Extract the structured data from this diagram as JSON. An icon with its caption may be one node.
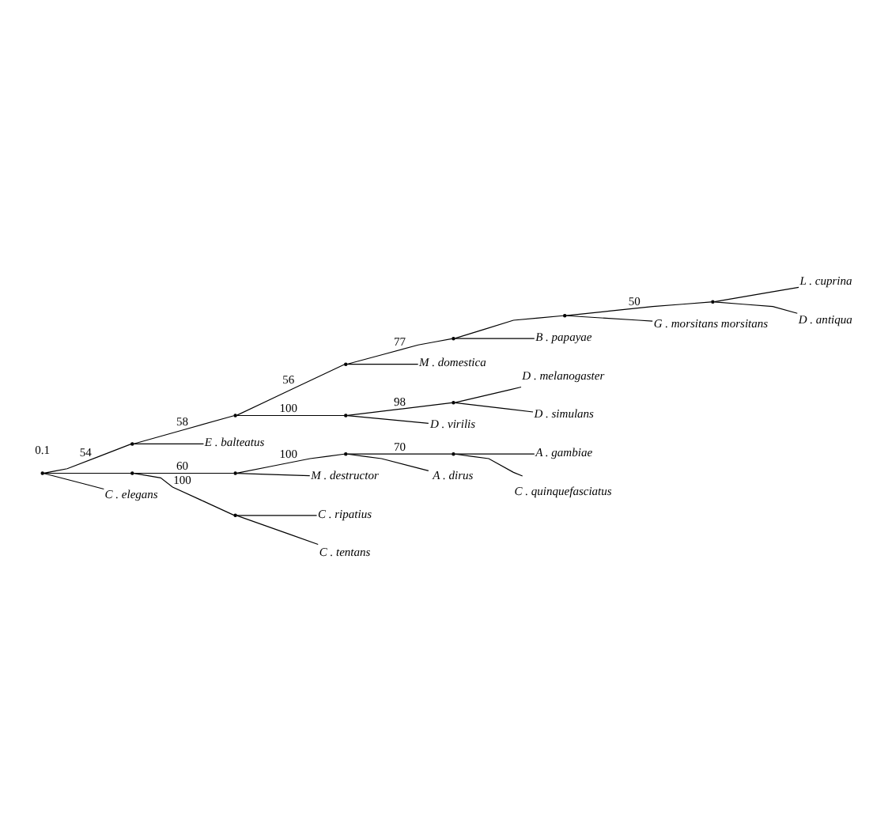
{
  "diagram": {
    "nodes": [
      {
        "text": [],
        "shape": "point"
      },
      {
        "text": [],
        "shape": "point"
      },
      {
        "text": [],
        "shape": "point"
      },
      {
        "text": [],
        "shape": "point"
      },
      {
        "text": [],
        "shape": "point"
      },
      {
        "text": [],
        "shape": "point"
      },
      {
        "text": [],
        "shape": "point"
      },
      {
        "text": [
          "L . cuprina"
        ]
      },
      {
        "text": [
          "D . antiqua"
        ]
      },
      {
        "text": [
          "G . morsitans morsitans"
        ]
      },
      {
        "text": [
          "B . papayae"
        ]
      },
      {
        "text": [
          "M . domestica"
        ]
      },
      {
        "text": [],
        "shape": "point"
      },
      {
        "text": [],
        "shape": "point"
      },
      {
        "text": [
          "D . melanogaster"
        ]
      },
      {
        "text": [
          "D . simulans"
        ]
      },
      {
        "text": [
          "D . virilis"
        ]
      },
      {
        "text": [
          "E . balteatus"
        ]
      },
      {
        "text": [],
        "shape": "point"
      },
      {
        "text": [],
        "shape": "point"
      },
      {
        "text": [],
        "shape": "point"
      },
      {
        "text": [],
        "shape": "point"
      },
      {
        "text": [
          "A . gambiae"
        ]
      },
      {
        "text": [
          "C . quinquefasciatus"
        ]
      },
      {
        "text": [
          "A . dirus"
        ]
      },
      {
        "text": [
          "M . destructor"
        ]
      },
      {
        "text": [],
        "shape": "point"
      },
      {
        "text": [
          "C . ripatius"
        ]
      },
      {
        "text": [
          "C . tentans"
        ]
      },
      {
        "text": [
          "C . elegans"
        ]
      }
    ],
    "edges": [
      {
        "from": 0,
        "to": 1,
        "arrow": "none",
        "label": "54"
      },
      {
        "from": 1,
        "to": 2,
        "arrow": "none",
        "label": "58"
      },
      {
        "from": 2,
        "to": 3,
        "arrow": "none",
        "label": "56"
      },
      {
        "from": 3,
        "to": 4,
        "arrow": "none",
        "label": "77"
      },
      {
        "from": 4,
        "to": 5,
        "arrow": "none"
      },
      {
        "from": 5,
        "to": 6,
        "arrow": "none",
        "label": "50"
      },
      {
        "from": 6,
        "to": 7,
        "arrow": "none"
      },
      {
        "from": 6,
        "to": 8,
        "arrow": "none"
      },
      {
        "from": 5,
        "to": 9,
        "arrow": "none"
      },
      {
        "from": 4,
        "to": 10,
        "arrow": "none"
      },
      {
        "from": 3,
        "to": 11,
        "arrow": "none"
      },
      {
        "from": 2,
        "to": 12,
        "arrow": "none",
        "label": "100"
      },
      {
        "from": 12,
        "to": 13,
        "arrow": "none",
        "label": "98"
      },
      {
        "from": 13,
        "to": 14,
        "arrow": "none"
      },
      {
        "from": 13,
        "to": 15,
        "arrow": "none"
      },
      {
        "from": 12,
        "to": 16,
        "arrow": "none"
      },
      {
        "from": 1,
        "to": 17,
        "arrow": "none"
      },
      {
        "from": 0,
        "to": 18,
        "arrow": "none"
      },
      {
        "from": 18,
        "to": 19,
        "arrow": "none",
        "label": "60"
      },
      {
        "from": 19,
        "to": 20,
        "arrow": "none",
        "label": "100"
      },
      {
        "from": 20,
        "to": 21,
        "arrow": "none",
        "label": "70"
      },
      {
        "from": 21,
        "to": 22,
        "arrow": "none"
      },
      {
        "from": 21,
        "to": 23,
        "arrow": "none"
      },
      {
        "from": 20,
        "to": 24,
        "arrow": "none"
      },
      {
        "from": 19,
        "to": 25,
        "arrow": "none"
      },
      {
        "from": 18,
        "to": 26,
        "arrow": "none",
        "label": "100"
      },
      {
        "from": 26,
        "to": 27,
        "arrow": "none"
      },
      {
        "from": 26,
        "to": 28,
        "arrow": "none"
      },
      {
        "from": 0,
        "to": 29,
        "arrow": "none"
      }
    ],
    "labels": [
      "0.1"
    ]
  }
}
